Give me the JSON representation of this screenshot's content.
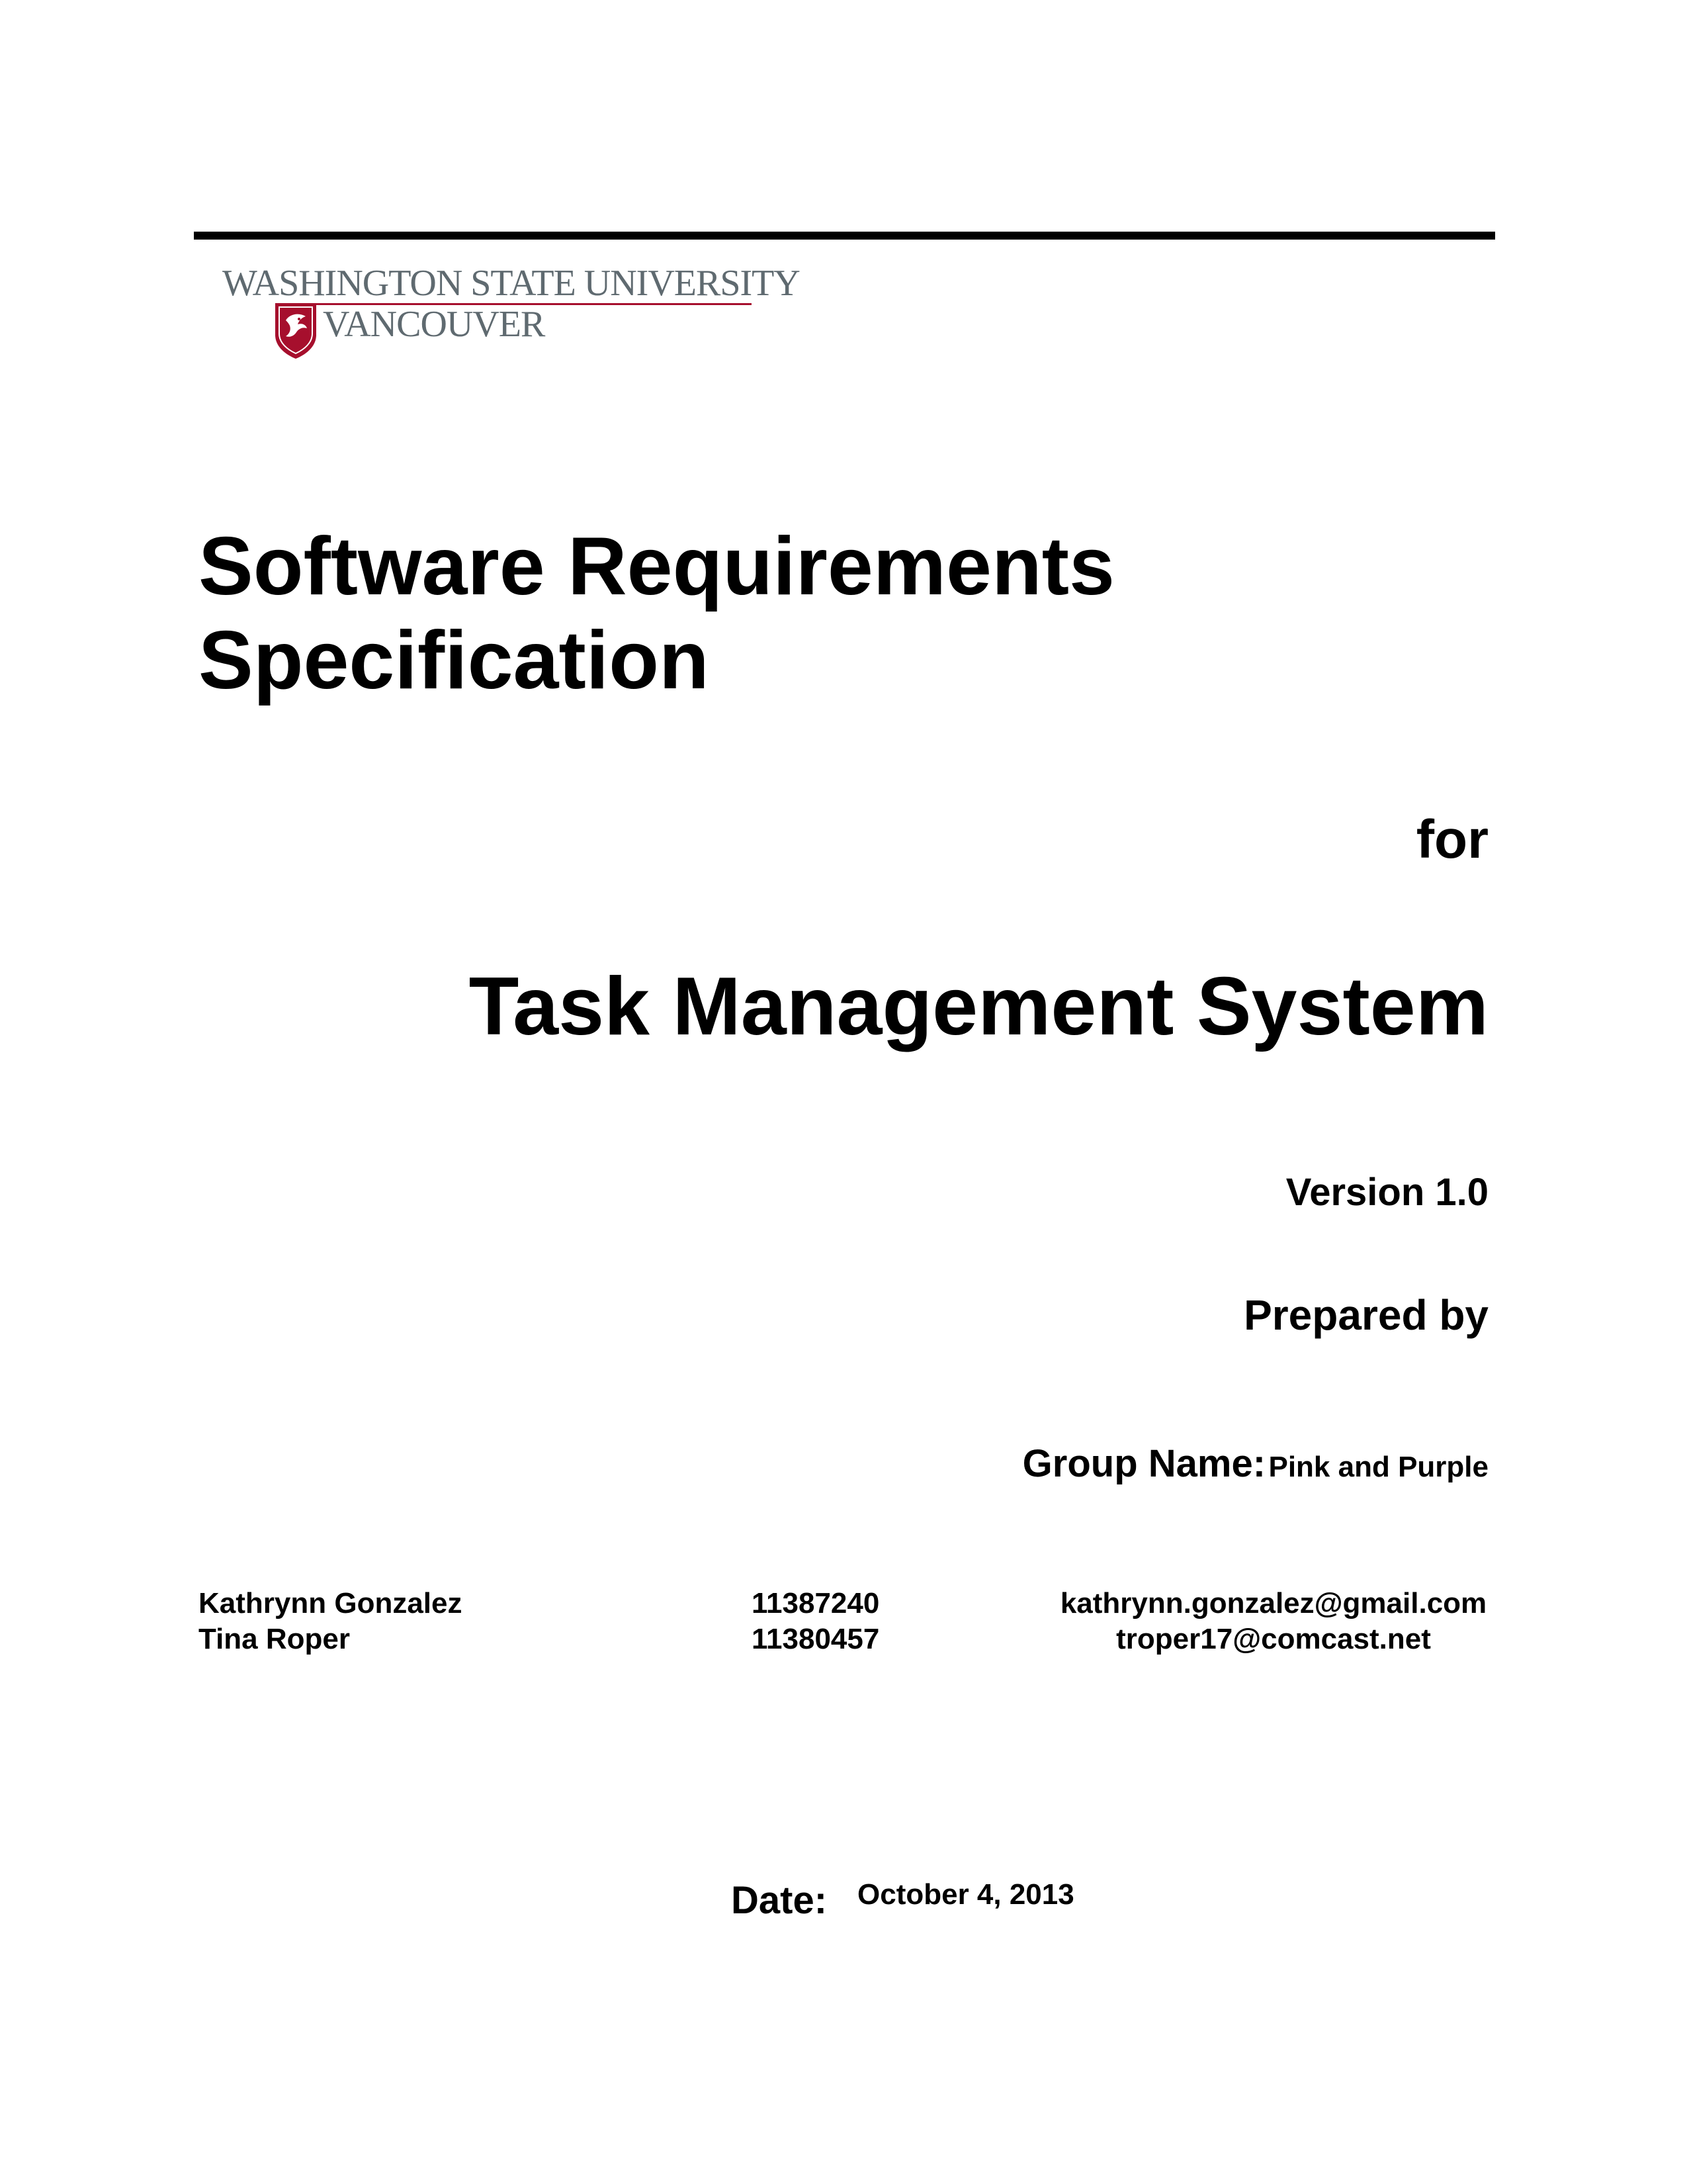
{
  "logo": {
    "university": "WASHINGTON STATE UNIVERSITY",
    "campus": "VANCOUVER",
    "brand_color": "#a60f2d",
    "text_color": "#5f6a70",
    "icon": "cougar-shield-icon"
  },
  "title": {
    "line1": "Software Requirements",
    "line2": "Specification"
  },
  "for_label": "for",
  "product_name": "Task Management System",
  "version": "Version 1.0",
  "prepared_by": "Prepared by",
  "group": {
    "label": "Group Name:",
    "value": "Pink and Purple"
  },
  "authors": [
    {
      "name": "Kathrynn Gonzalez",
      "id": "11387240",
      "email": "kathrynn.gonzalez@gmail.com"
    },
    {
      "name": "Tina Roper",
      "id": "11380457",
      "email": "troper17@comcast.net"
    }
  ],
  "date": {
    "label": "Date:",
    "value": "October 4, 2013"
  }
}
